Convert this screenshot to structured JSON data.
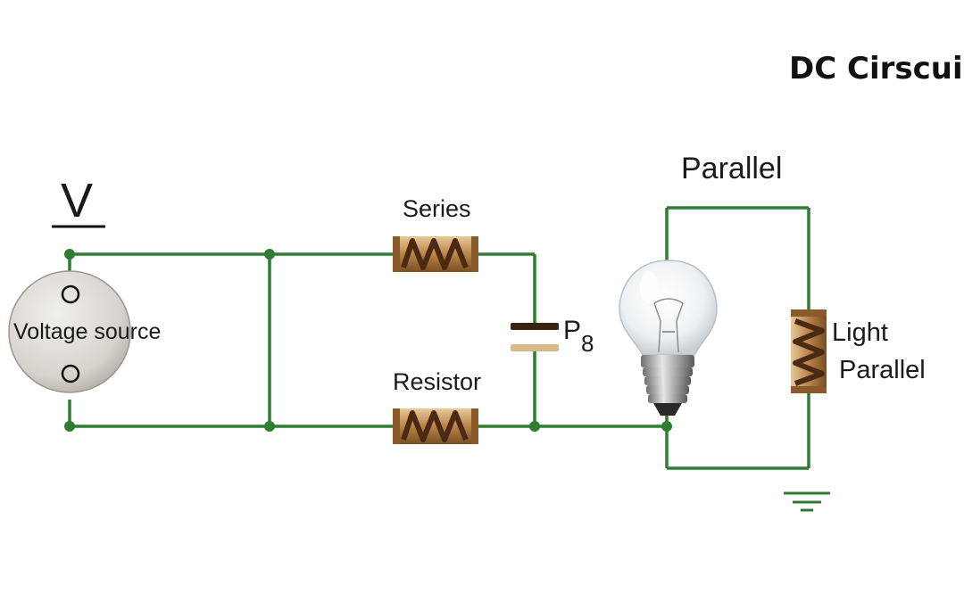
{
  "title": "DC Cirscui",
  "labels": {
    "voltage_symbol": "V",
    "voltage_source": "Voltage source",
    "series": "Series",
    "resistor": "Resistor",
    "capacitor_letter": "P",
    "capacitor_subscript": "8",
    "parallel": "Parallel",
    "light_line1": "Light",
    "light_line2": "Parallel"
  },
  "colors": {
    "wire": "#2e7d32",
    "resistor_band": "#c9a06a",
    "resistor_zigzag": "#4a2a12",
    "capacitor_dark": "#3b2312",
    "capacitor_light": "#d9b98a"
  },
  "icons": [
    "voltage-source-icon",
    "resistor-icon",
    "capacitor-icon",
    "light-bulb-icon",
    "ground-icon"
  ]
}
